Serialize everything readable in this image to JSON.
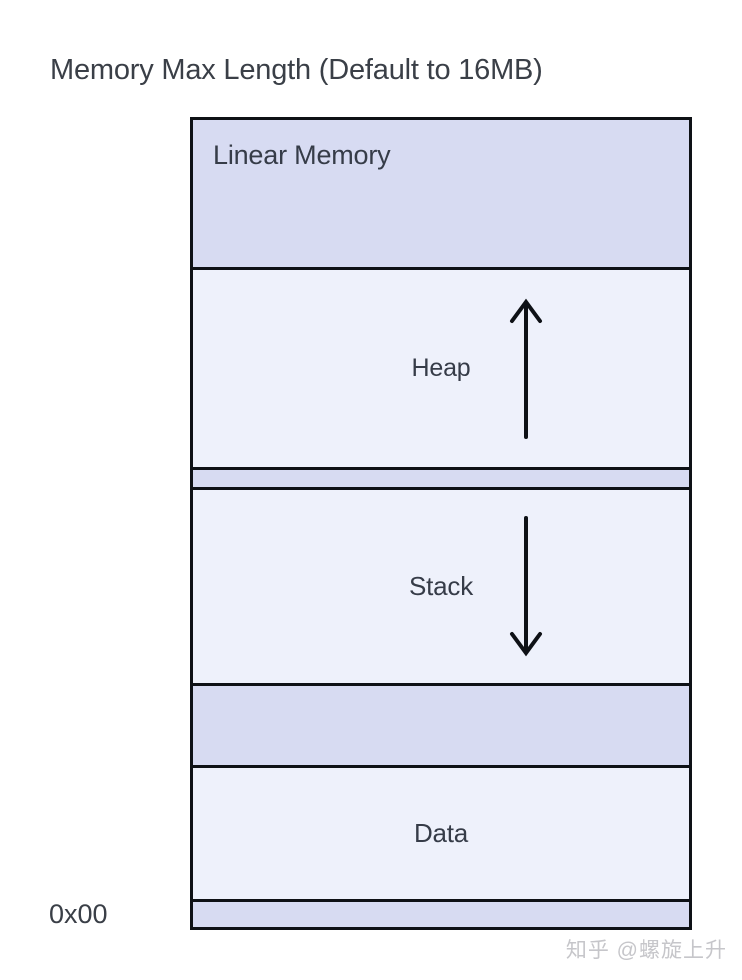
{
  "title": "Memory Max Length (Default to 16MB)",
  "origin_label": "0x00",
  "watermark": "知乎 @螺旋上升",
  "colors": {
    "section_lavender": "#d7dbf2",
    "section_light": "#eef1fb",
    "border": "#0e1116",
    "label_text": "#363c48",
    "title_text": "#3a3f47",
    "watermark_text": "#c6c6ca",
    "background": "#ffffff"
  },
  "icons": {
    "heap_arrow": "arrow-up-icon",
    "stack_arrow": "arrow-down-icon"
  },
  "memory_box": {
    "sections": [
      {
        "name": "linear-memory",
        "label": "Linear Memory",
        "fill": "lavender"
      },
      {
        "name": "heap",
        "label": "Heap",
        "fill": "light",
        "arrow": "up"
      },
      {
        "name": "divider-strip",
        "label": "",
        "fill": "lavender"
      },
      {
        "name": "stack",
        "label": "Stack",
        "fill": "light",
        "arrow": "down"
      },
      {
        "name": "reserved-strip",
        "label": "",
        "fill": "lavender"
      },
      {
        "name": "data",
        "label": "Data",
        "fill": "light"
      },
      {
        "name": "bottom-strip",
        "label": "",
        "fill": "lavender"
      }
    ]
  }
}
